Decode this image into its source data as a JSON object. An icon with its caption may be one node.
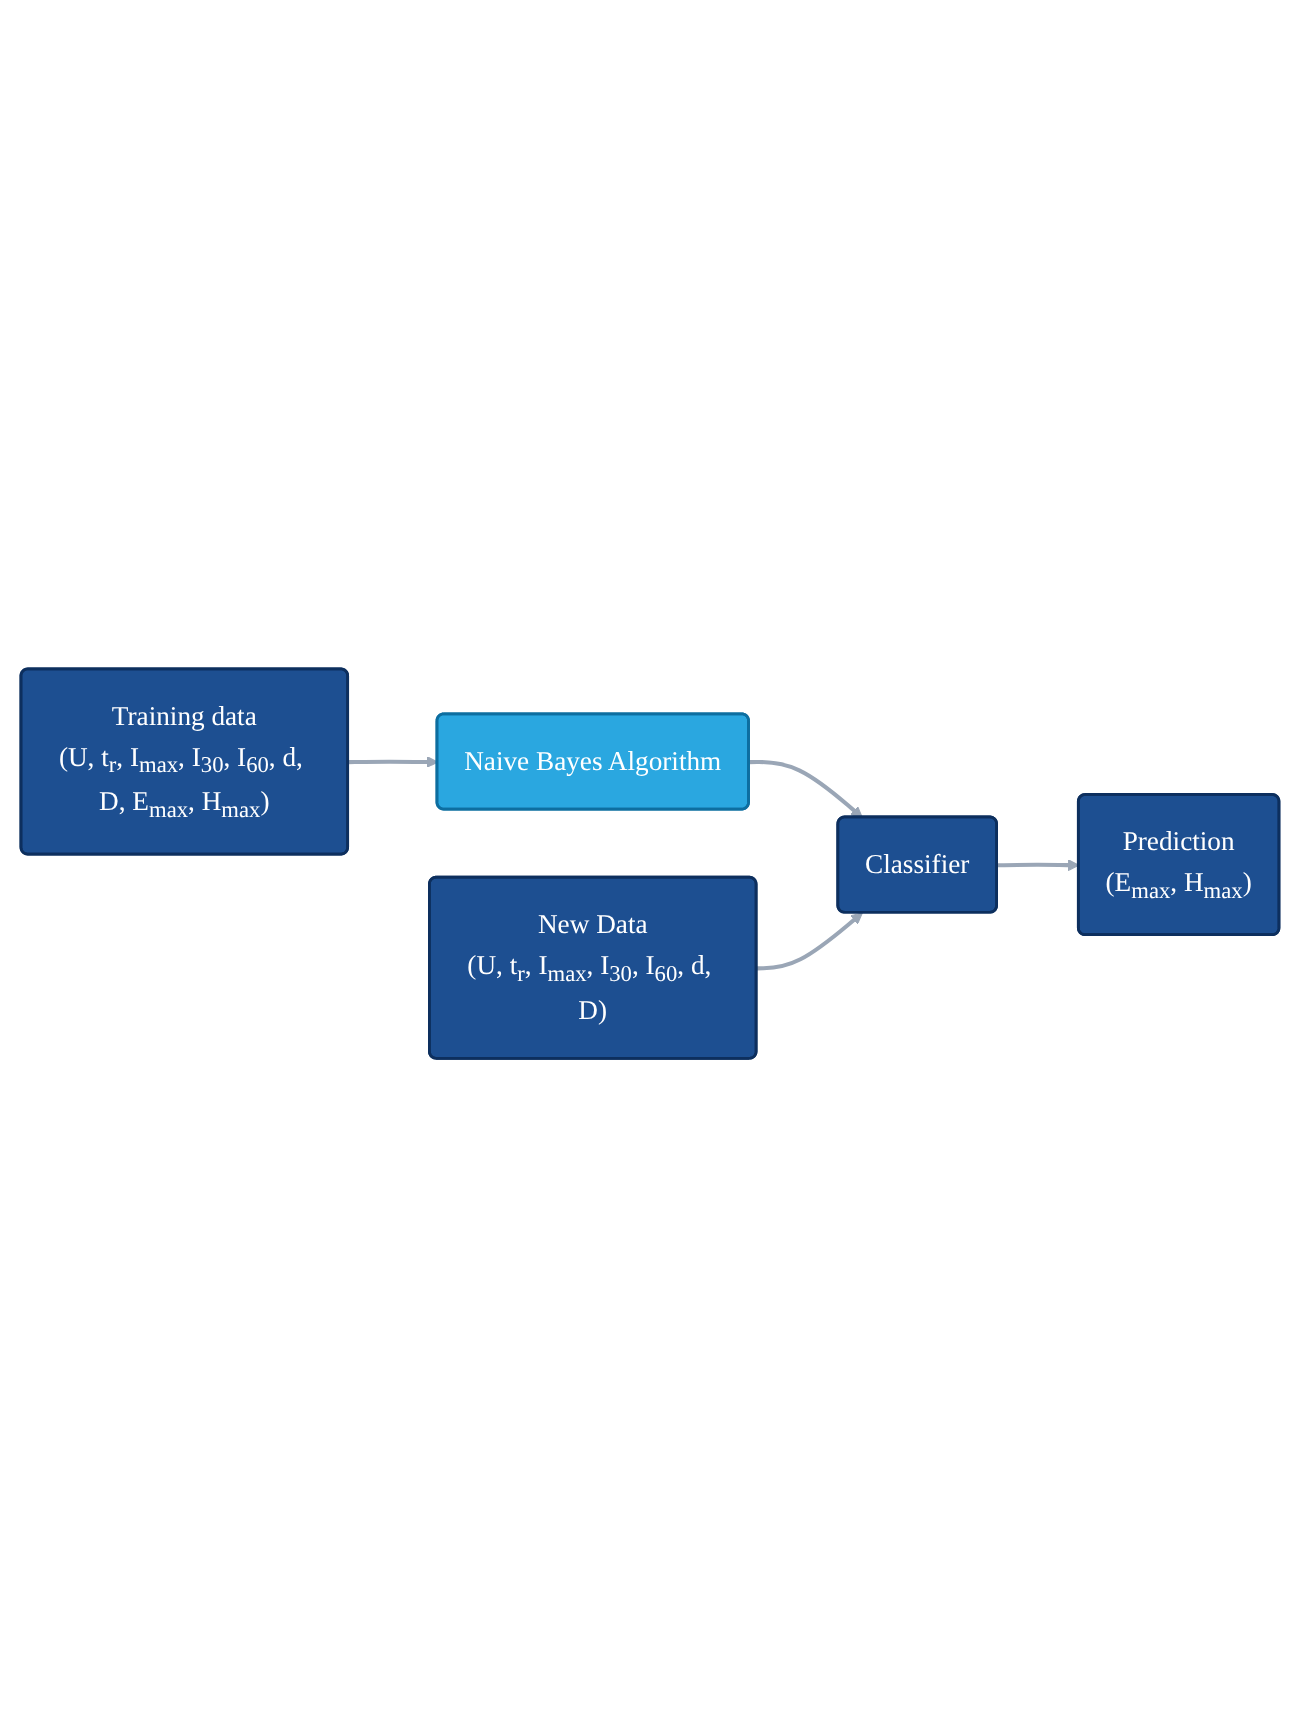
{
  "diagram": {
    "nodes": [
      {
        "text": [
          "Training data",
          "(U, t$_{r}$, I$_{max}$, I$_{30}$, I$_{60}$, d, D, E$_{max}$, H$_{max}$)"
        ]
      },
      {
        "text": [
          "Naive Bayes Algorithm"
        ]
      },
      {
        "text": [
          "New Data",
          "(U, t$_{r}$, I$_{max}$, I$_{30}$, I$_{60}$, d, D)"
        ]
      },
      {
        "text": [
          "Classifier"
        ]
      },
      {
        "text": [
          "Prediction",
          "(E$_{max}$, H$_{max}$)"
        ]
      }
    ],
    "edges": [
      {
        "from": 0,
        "to": 1,
        "arrow": "to"
      },
      {
        "from": 1,
        "to": 3,
        "arrow": "to"
      },
      {
        "from": 2,
        "to": 3,
        "arrow": "to"
      },
      {
        "from": 3,
        "to": 4,
        "arrow": "to"
      }
    ]
  }
}
